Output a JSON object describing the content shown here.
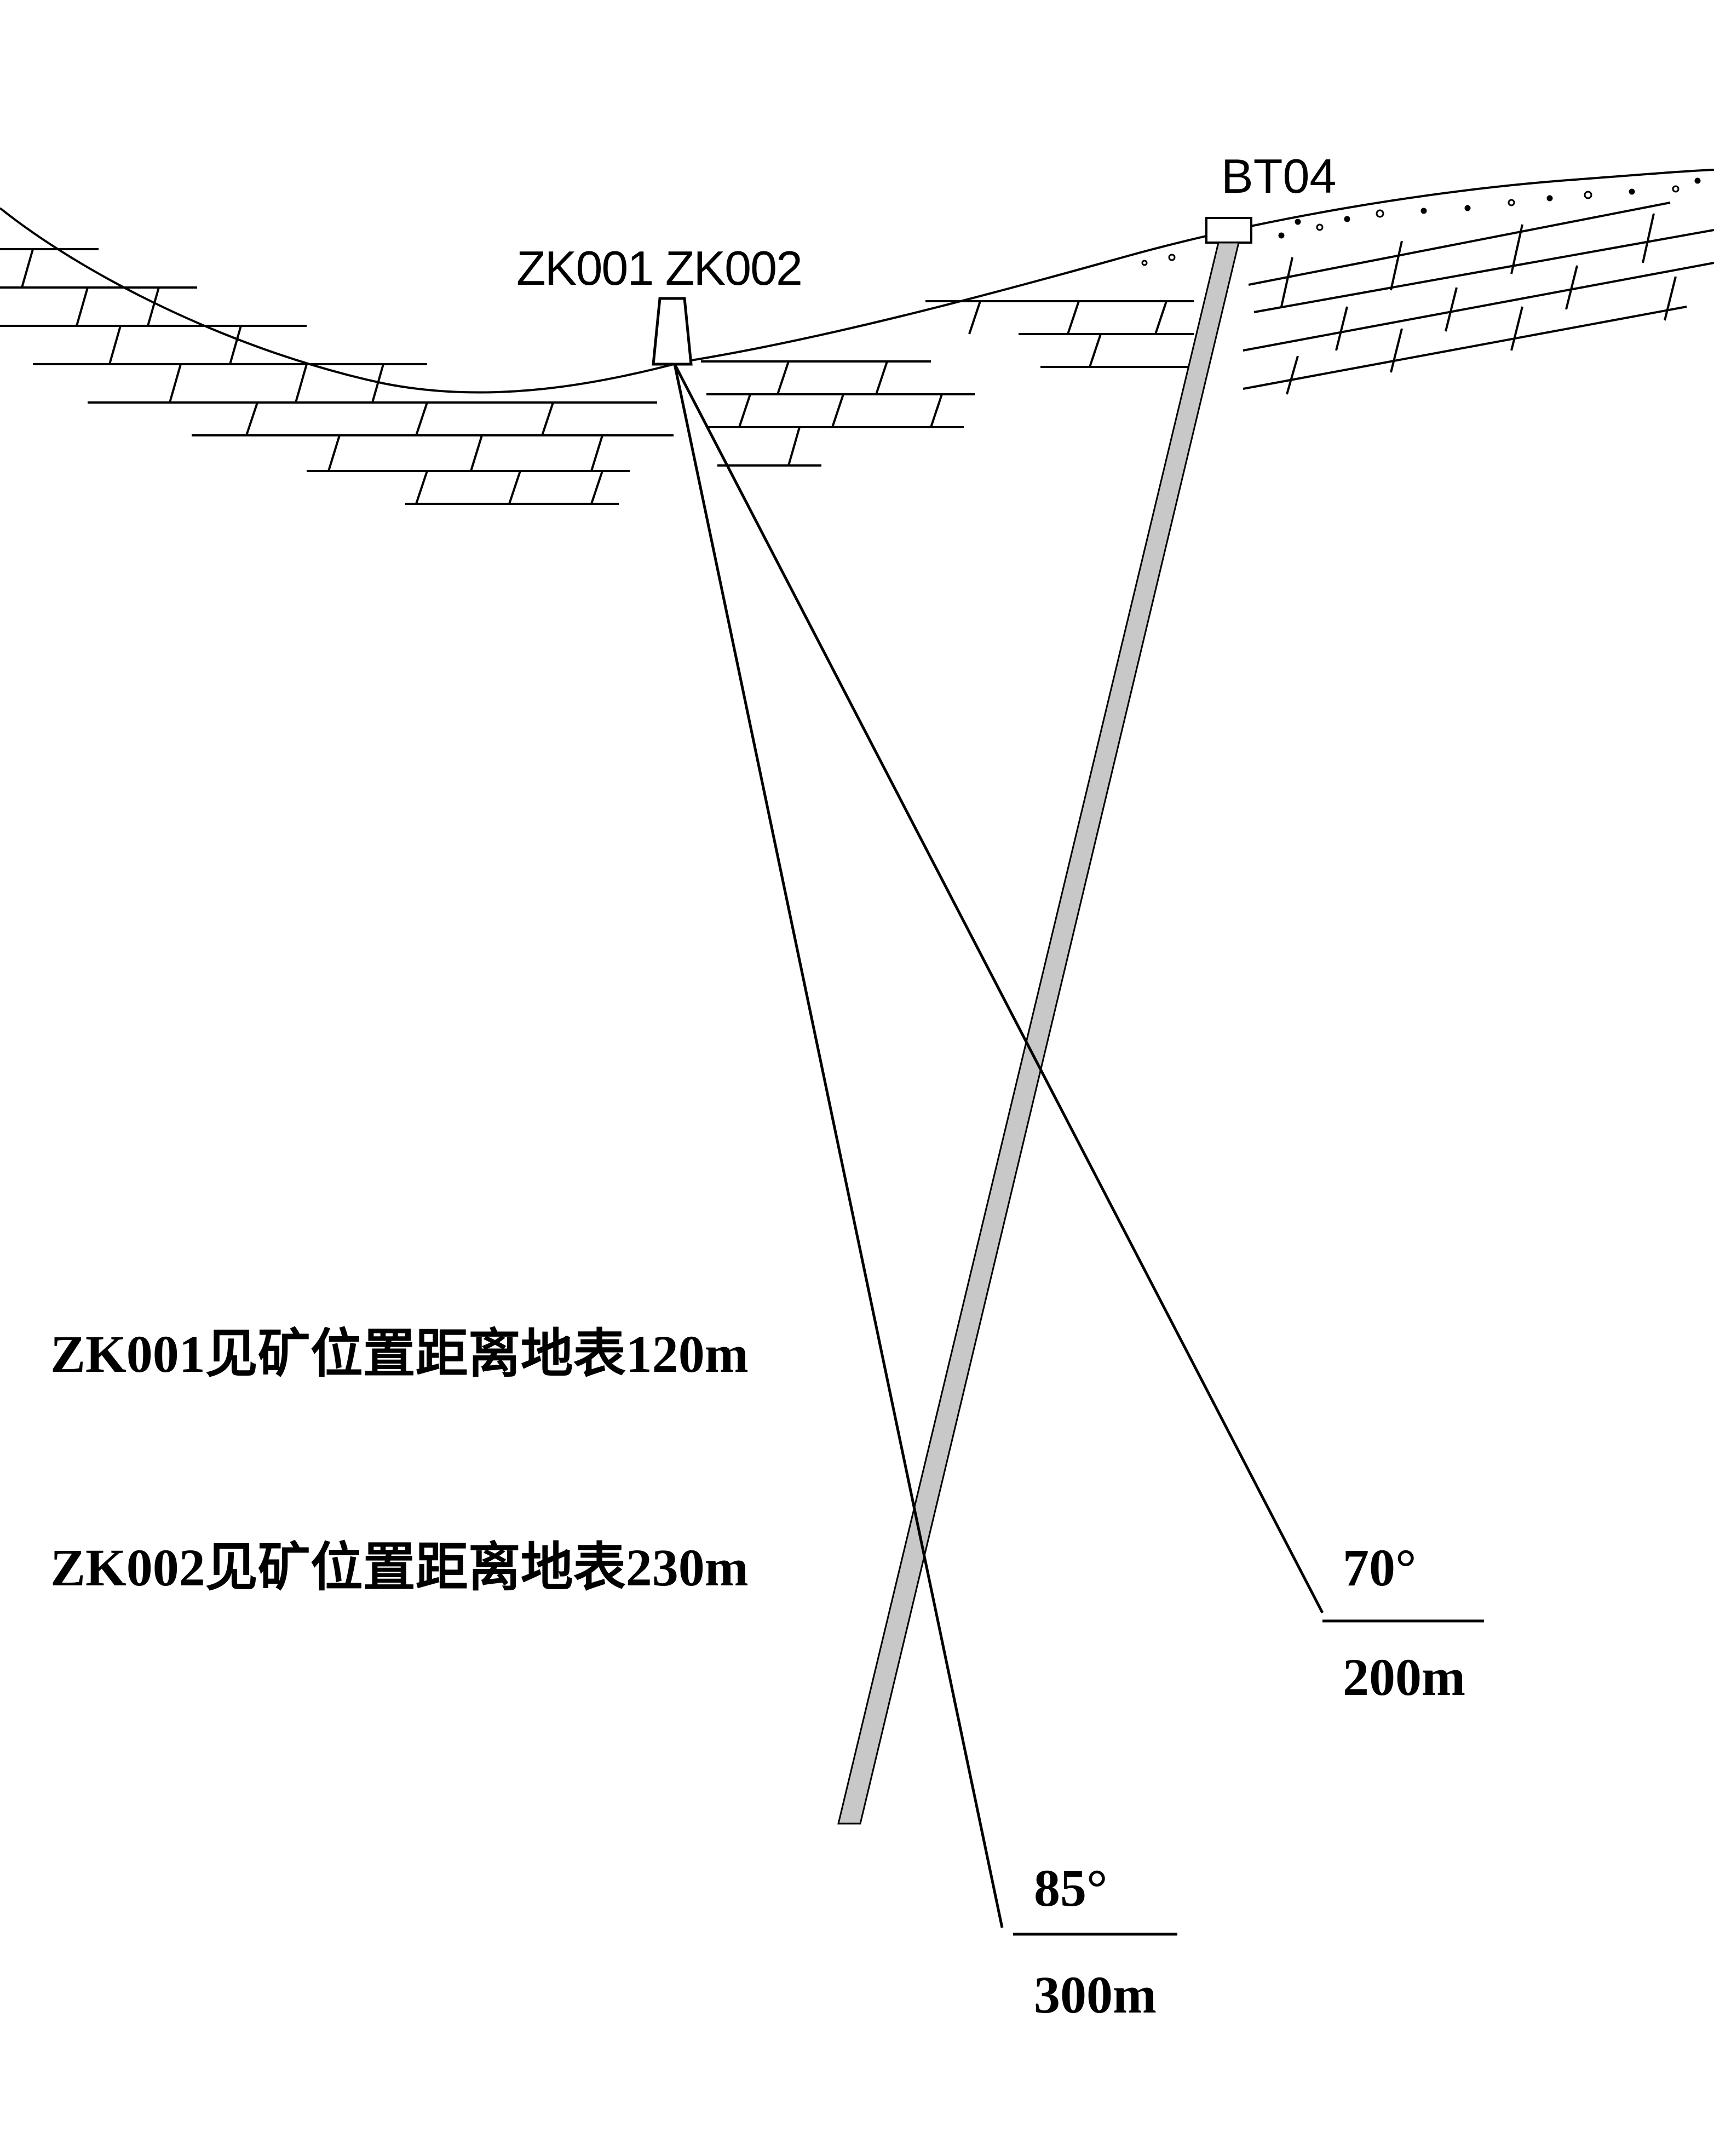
{
  "labels": {
    "hole_pair": "ZK001 ZK002",
    "bt04": "BT04",
    "note_zk001": "ZK001见矿位置距离地表120m",
    "note_zk002": "ZK002见矿位置距离地表230m",
    "zk002_angle": "70°",
    "zk002_depth": "200m",
    "zk001_angle": "85°",
    "zk001_depth": "300m"
  },
  "colors": {
    "line": "#000000",
    "bt04_fill": "#c8c8c8",
    "background": "#ffffff"
  }
}
